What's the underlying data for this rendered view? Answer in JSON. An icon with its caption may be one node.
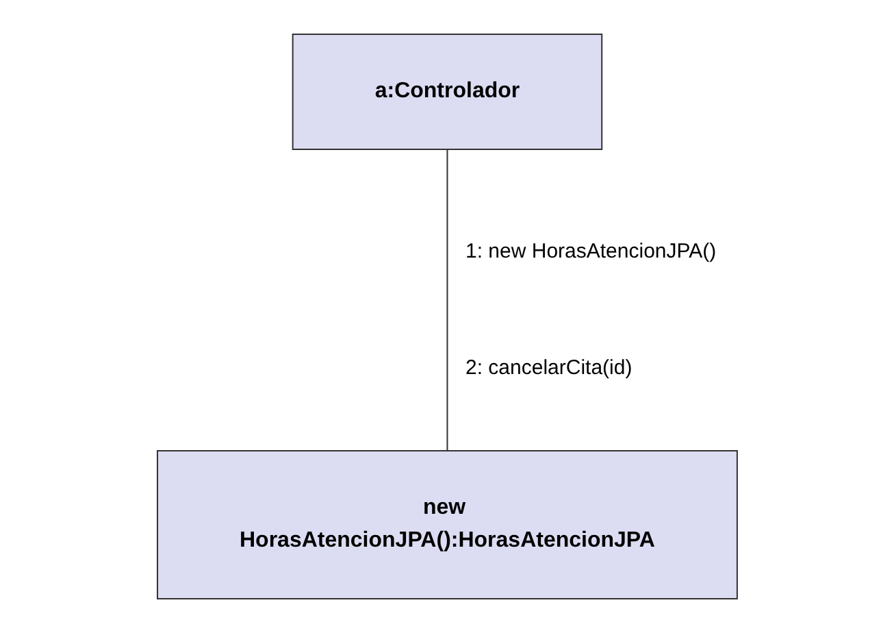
{
  "diagram": {
    "nodes": [
      {
        "text": [
          "a:Controlador"
        ]
      },
      {
        "text": [
          "new HorasAtencionJPA():HorasAtencionJPA"
        ]
      }
    ],
    "edges": [
      {
        "from": 0,
        "to": 1,
        "arrow": "none"
      }
    ],
    "labels": [
      "1: new HorasAtencionJPA()",
      "2: cancelarCita(id)"
    ]
  }
}
